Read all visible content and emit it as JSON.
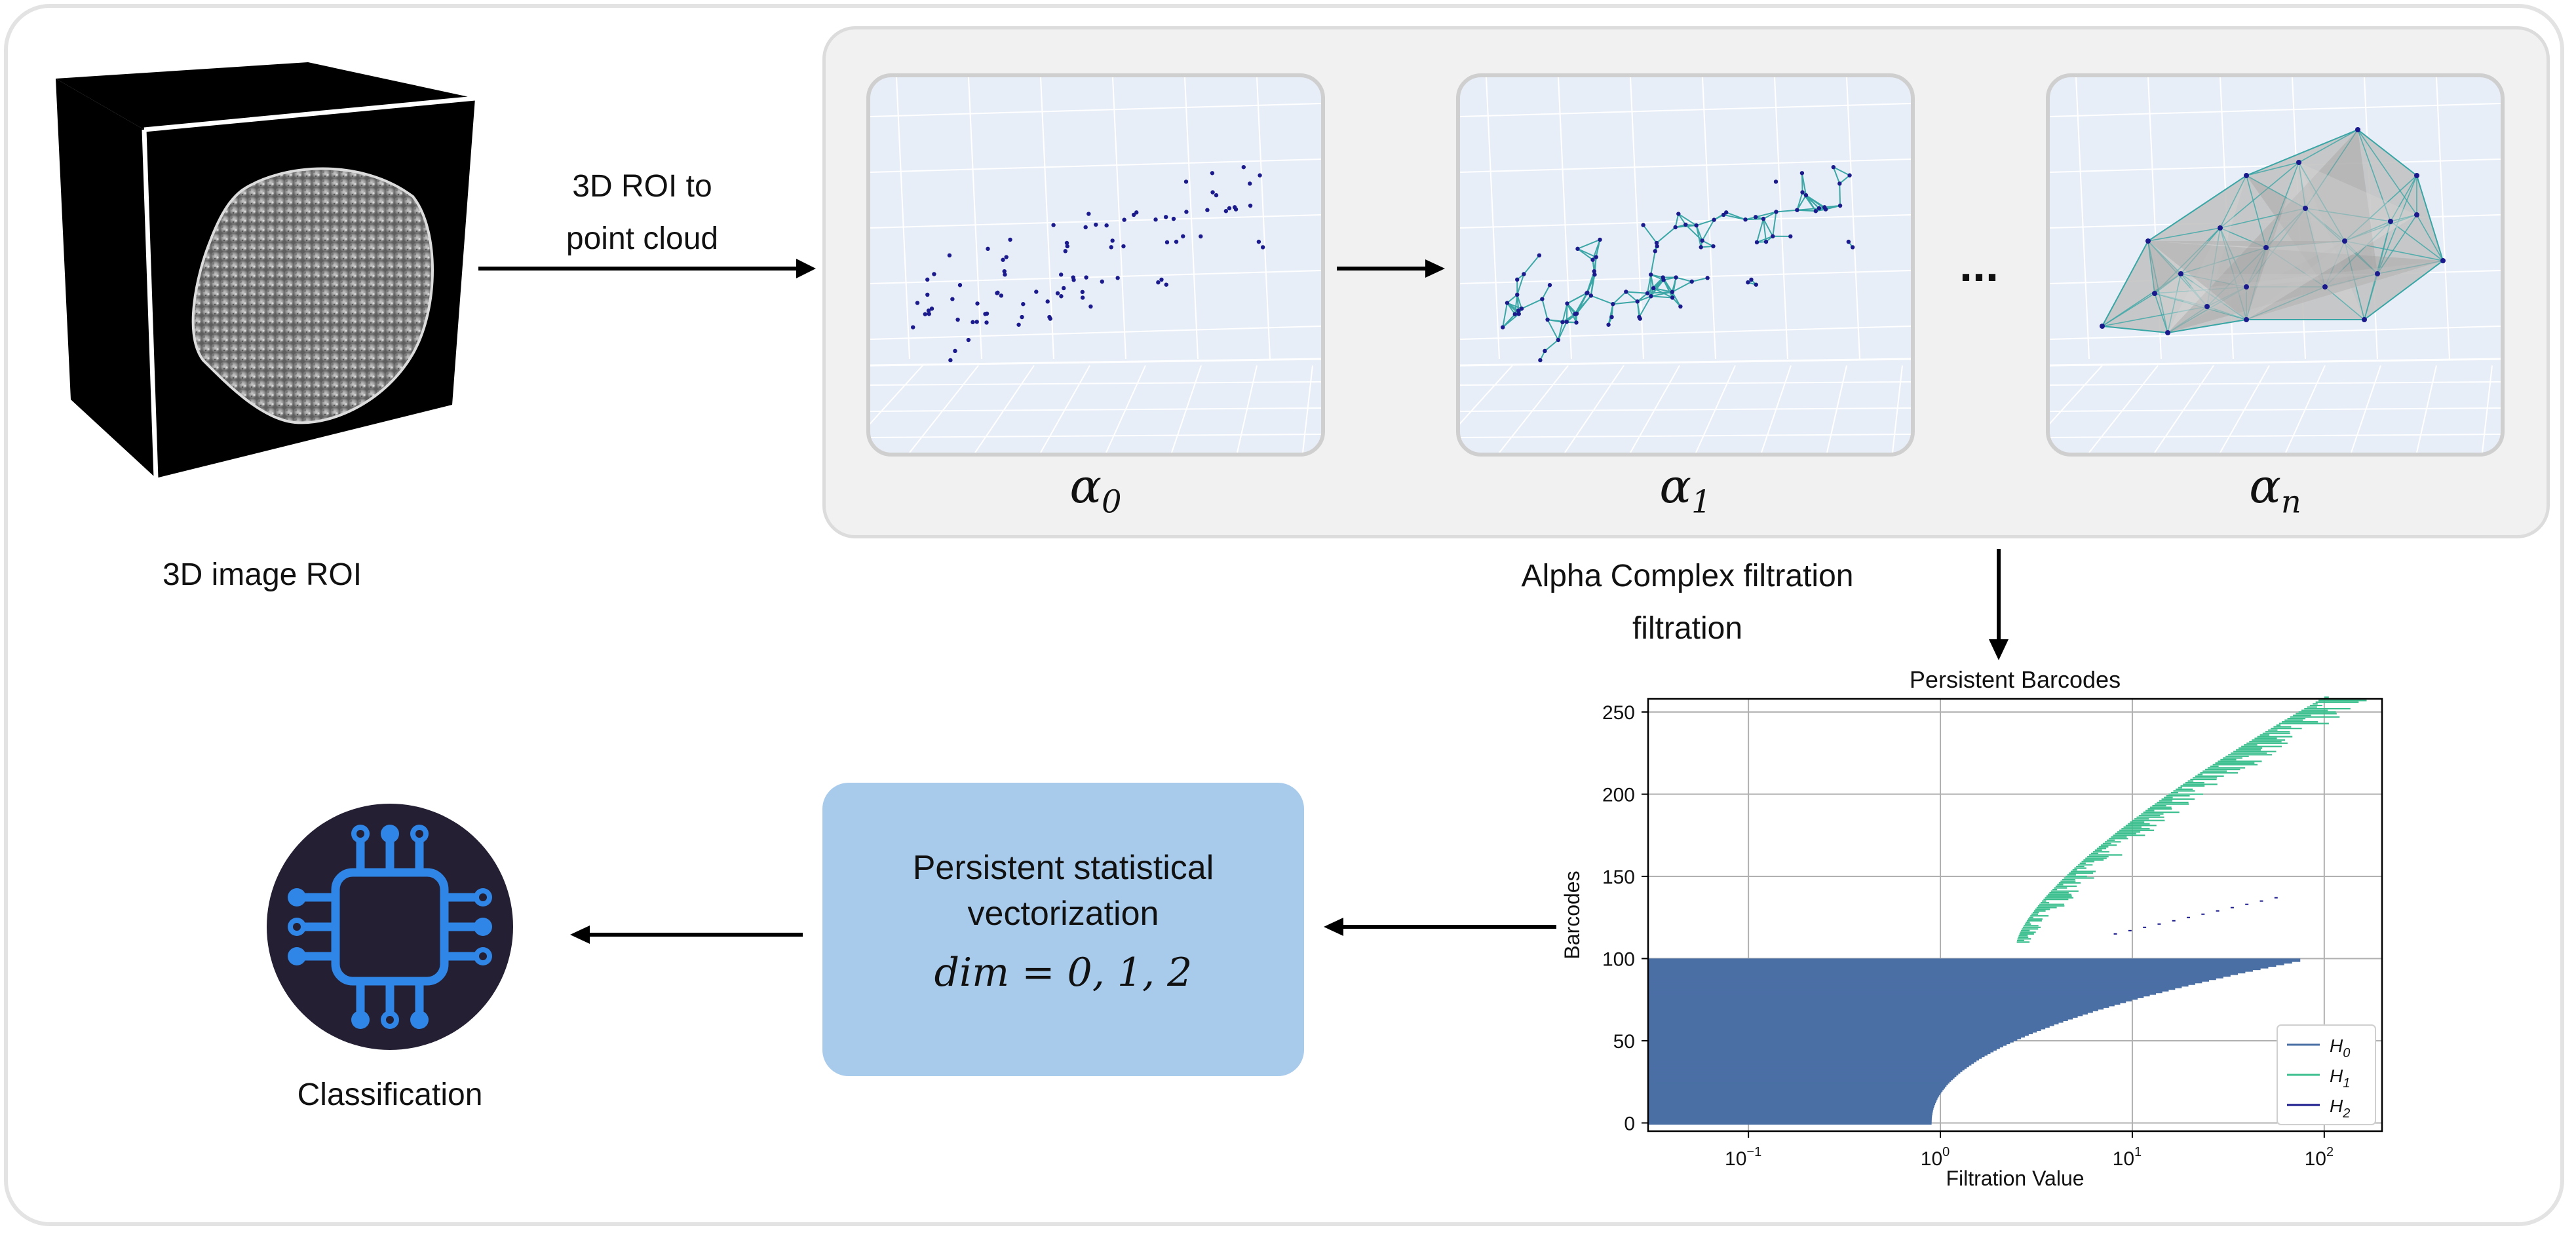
{
  "labels": {
    "image_roi": "3D image ROI",
    "roi_to_cloud_line1": "3D ROI to",
    "roi_to_cloud_line2": "point cloud",
    "alpha_filtration_line1": "Alpha Complex filtration",
    "alpha_filtration_line2": "filtration",
    "vectorization_line1": "Persistent statistical",
    "vectorization_line2": "vectorization",
    "vectorization_formula": "dim = 0, 1, 2",
    "classification": "Classification",
    "ellipsis": "..."
  },
  "alpha_steps": [
    {
      "base": "α",
      "sub": "0"
    },
    {
      "base": "α",
      "sub": "1"
    },
    {
      "base": "α",
      "sub": "n"
    }
  ],
  "icons": {
    "cube": "3d-cube-icon",
    "chip": "processor-chip-icon"
  },
  "colors": {
    "point": "#1a1a8c",
    "edge": "#3aa6a6",
    "h0": "#4a6fa5",
    "h1": "#3cbf8f",
    "h2": "#1a1a8c",
    "vec_box": "#a8cbec",
    "chip_circle": "#241f33",
    "chip": "#2f86e6"
  },
  "chart_data": {
    "type": "barcode",
    "title": "Persistent Barcodes",
    "xlabel": "Filtration Value",
    "ylabel": "Barcodes",
    "x_scale": "log",
    "xlim": [
      0.03,
      200
    ],
    "ylim": [
      -5,
      258
    ],
    "x_ticks": [
      {
        "base": "10",
        "exp": "−1",
        "value": 0.1
      },
      {
        "base": "10",
        "exp": "0",
        "value": 1
      },
      {
        "base": "10",
        "exp": "1",
        "value": 10
      },
      {
        "base": "10",
        "exp": "2",
        "value": 100
      }
    ],
    "y_ticks": [
      0,
      50,
      100,
      150,
      200,
      250
    ],
    "grid": true,
    "legend_position": "lower-right",
    "legend": [
      {
        "base": "H",
        "sub": "0"
      },
      {
        "base": "H",
        "sub": "1"
      },
      {
        "base": "H",
        "sub": "2"
      }
    ],
    "series": [
      {
        "name": "H0",
        "count": 100,
        "death_min": 0.9,
        "death_max": 75,
        "birth": 0.03
      },
      {
        "name": "H1",
        "count": 150,
        "birth_min": 2.5,
        "birth_max": 100,
        "death_max": 170
      },
      {
        "name": "H2",
        "count": 12,
        "birth_min": 8,
        "birth_max": 55
      }
    ]
  }
}
